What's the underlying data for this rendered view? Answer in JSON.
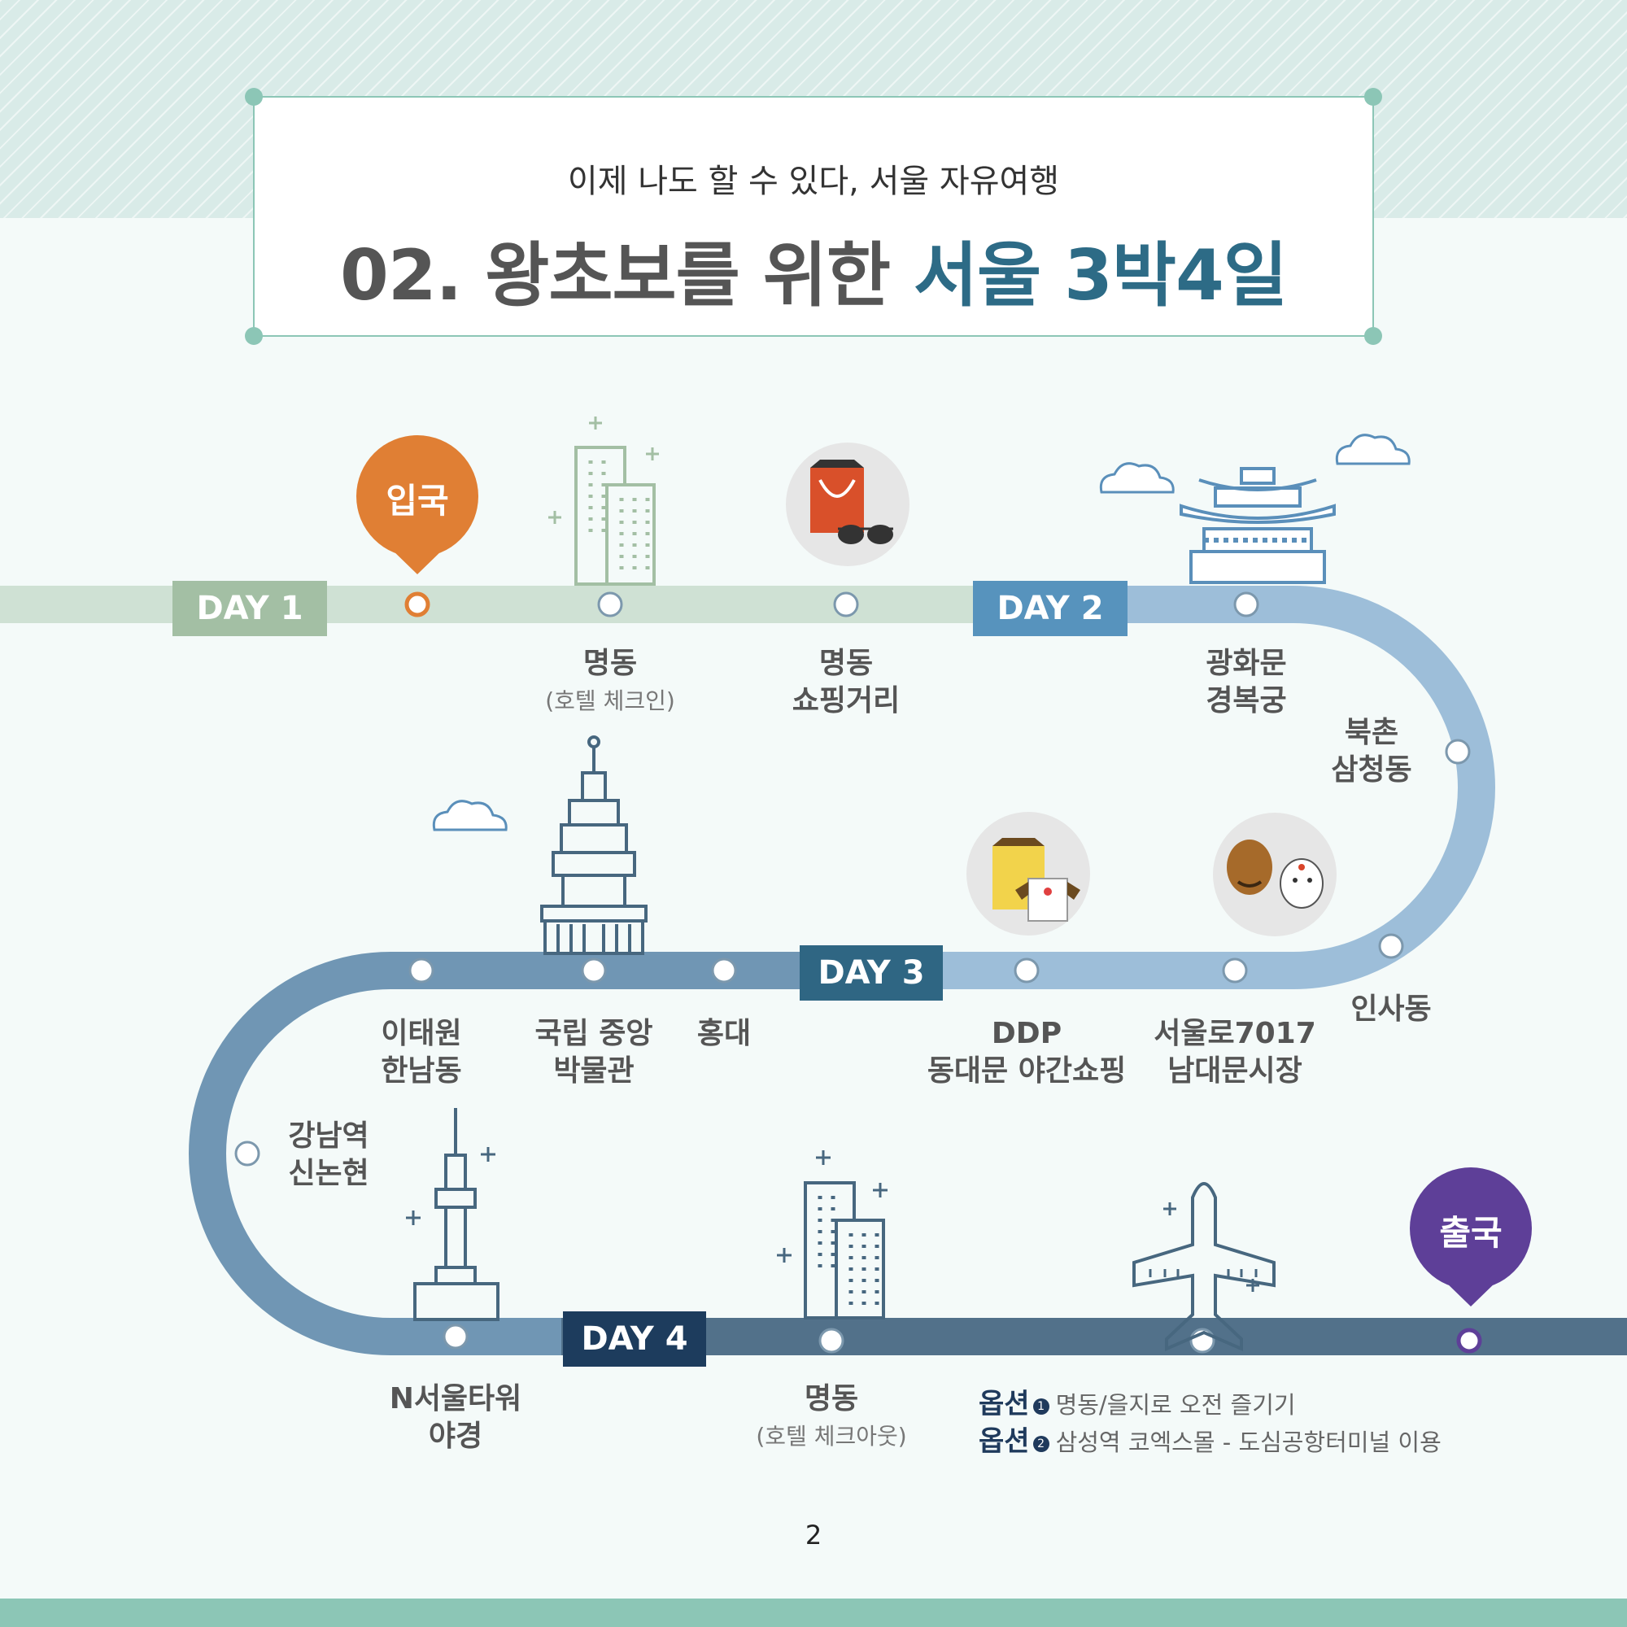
{
  "header": {
    "subtitle": "이제 나도 할 수 있다, 서울 자유여행",
    "title_part1": "02. 왕초보를 위한 ",
    "title_part2": "서울 3박4일"
  },
  "days": {
    "day1": "DAY 1",
    "day2": "DAY 2",
    "day3": "DAY 3",
    "day4": "DAY 4"
  },
  "pins": {
    "entry": "입국",
    "exit": "출국"
  },
  "stops": {
    "myeongdong_checkin": {
      "name": "명동",
      "note": "(호텔 체크인)"
    },
    "myeongdong_shopping": {
      "line1": "명동",
      "line2": "쇼핑거리"
    },
    "gwanghwamun": {
      "line1": "광화문",
      "line2": "경복궁"
    },
    "bukchon": {
      "line1": "북촌",
      "line2": "삼청동"
    },
    "insadong": {
      "line1": "인사동"
    },
    "namdaemun": {
      "line1": "서울로7017",
      "line2": "남대문시장"
    },
    "ddp": {
      "line1": "DDP",
      "line2": "동대문 야간쇼핑"
    },
    "hongdae": {
      "line1": "홍대"
    },
    "museum": {
      "line1": "국립 중앙",
      "line2": "박물관"
    },
    "itaewon": {
      "line1": "이태원",
      "line2": "한남동"
    },
    "gangnam": {
      "line1": "강남역",
      "line2": "신논현"
    },
    "namsan": {
      "line1": "N서울타워",
      "line2": "야경"
    },
    "myeongdong_checkout": {
      "name": "명동",
      "note": "(호텔 체크아웃)"
    }
  },
  "options": {
    "label": "옵션",
    "num1": "1",
    "num2": "2",
    "option1": "명동/을지로 오전 즐기기",
    "option2": "삼성역 코엑스몰 - 도심공항터미널 이용"
  },
  "page_number": "2",
  "colors": {
    "day1": "#a3bfa4",
    "day2": "#5793bd",
    "day3": "#2f6683",
    "day4": "#1d3c5d",
    "entry_pin": "#e07f34",
    "exit_pin": "#5e3f98",
    "accent_title": "#2d6b86"
  }
}
